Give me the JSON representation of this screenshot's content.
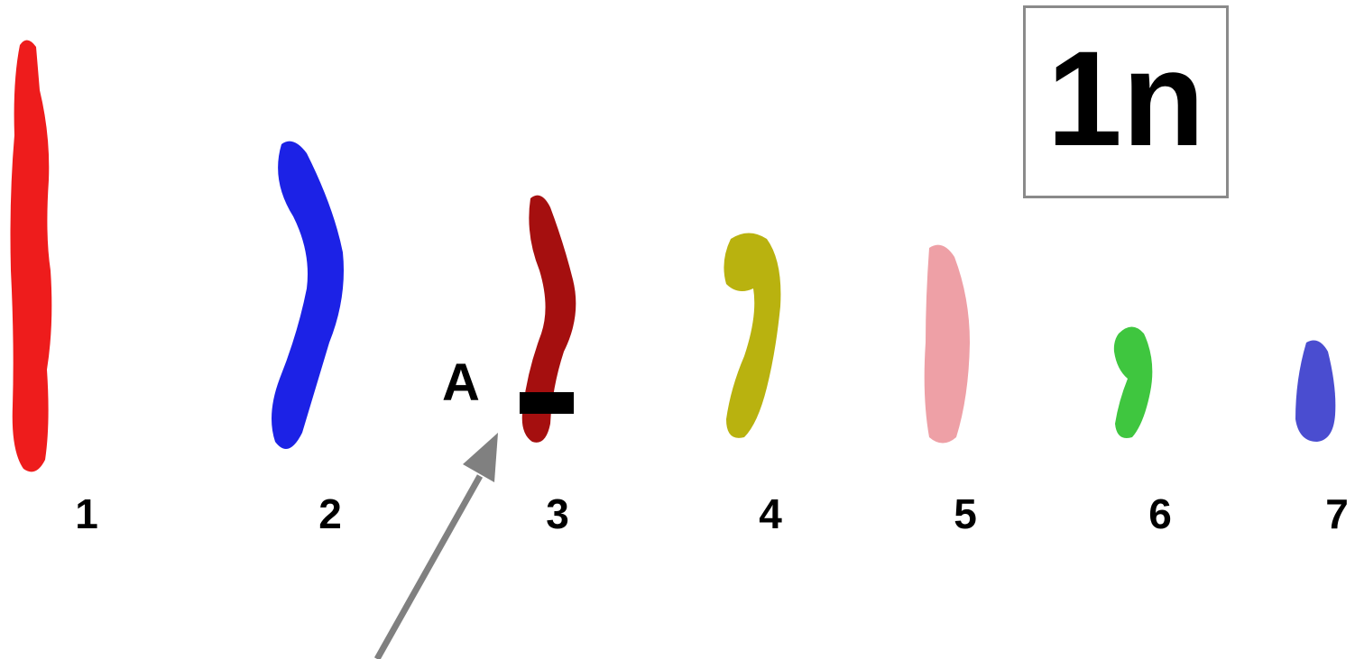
{
  "ploidy_label": "1n",
  "marker_label": "A",
  "chromosomes": [
    {
      "label": "1",
      "color": "#ee1c1c"
    },
    {
      "label": "2",
      "color": "#1c22e6"
    },
    {
      "label": "3",
      "color": "#a50f0f"
    },
    {
      "label": "4",
      "color": "#b9b20f"
    },
    {
      "label": "5",
      "color": "#eea0a6"
    },
    {
      "label": "6",
      "color": "#3fc63f"
    },
    {
      "label": "7",
      "color": "#4a4dd0"
    }
  ],
  "arrow_color": "#808080"
}
